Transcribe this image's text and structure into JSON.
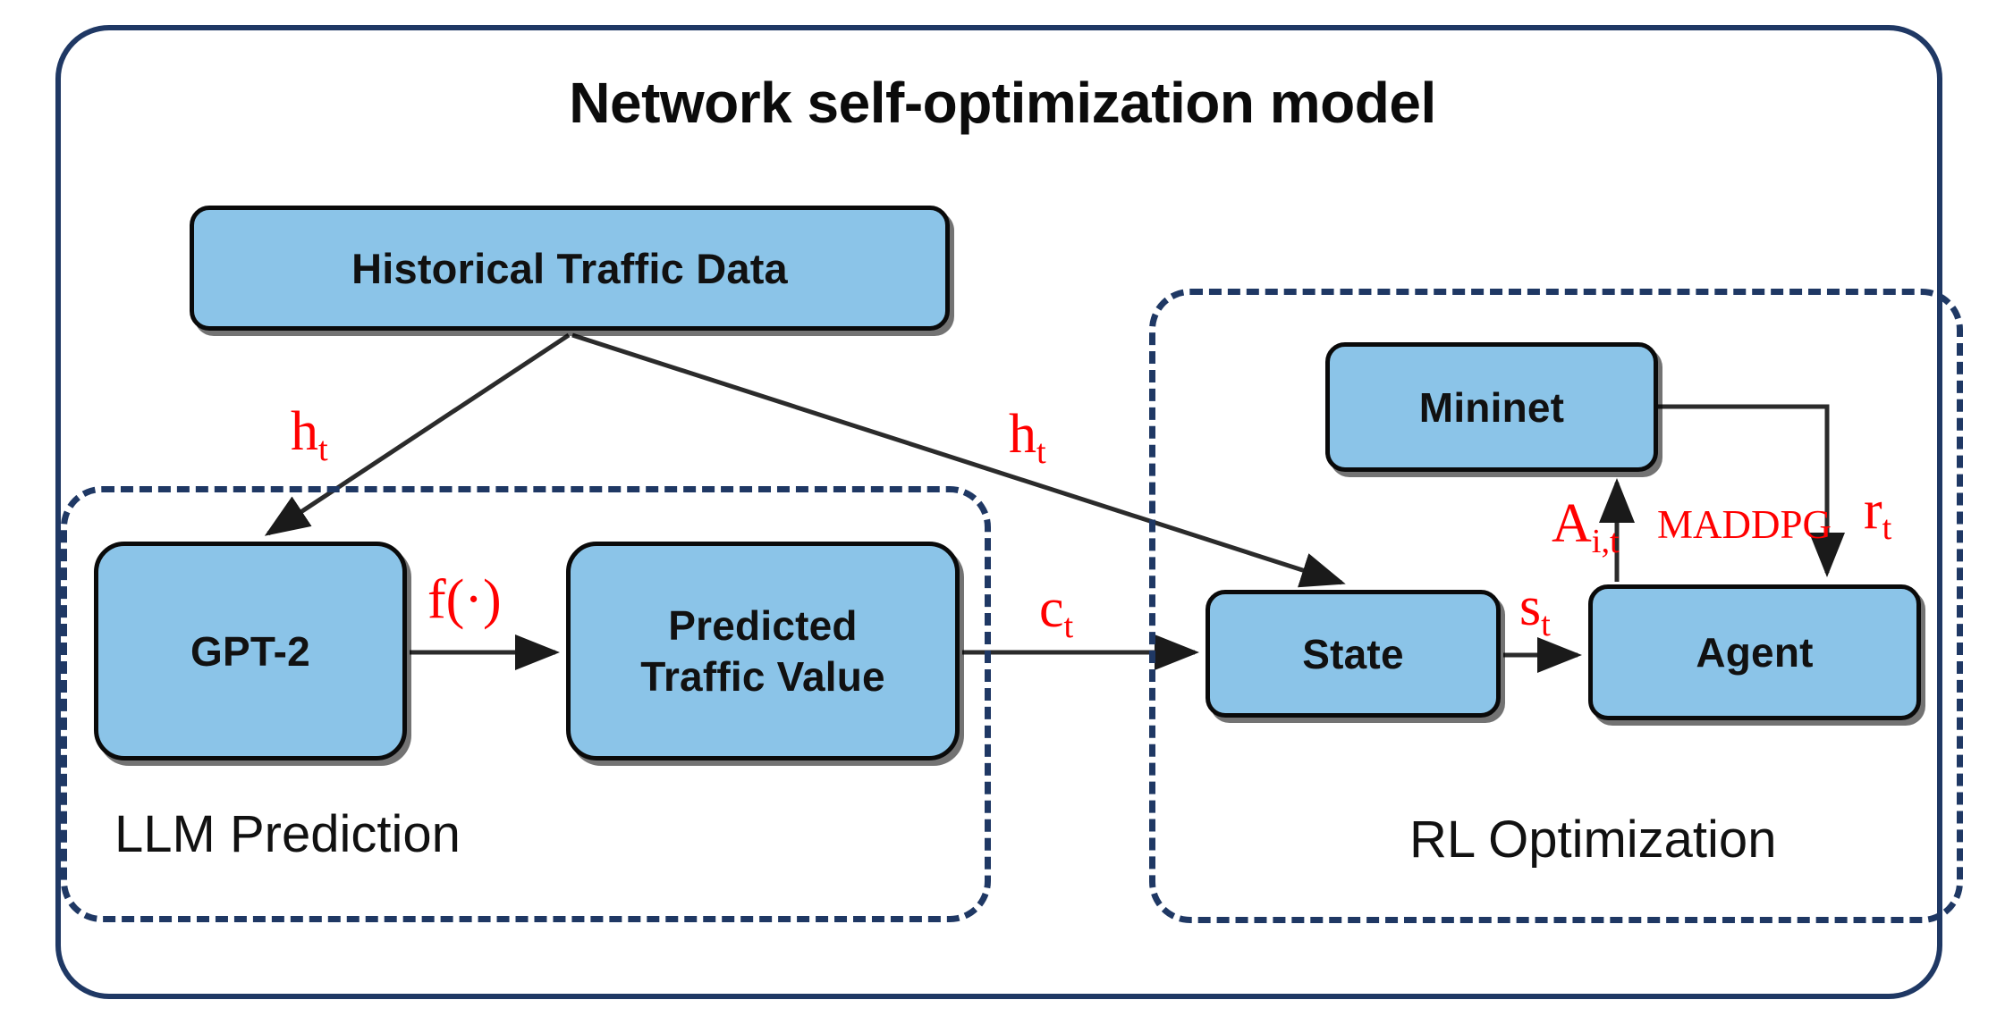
{
  "diagram": {
    "title": "Network self-optimization model",
    "outer_border_color": "#1F3864",
    "node_fill_color": "#8BC4E8",
    "node_stroke_color": "#0A0A0A",
    "label_color": "#FF0000",
    "subsections": [
      {
        "id": "llm",
        "caption": "LLM Prediction"
      },
      {
        "id": "rl",
        "caption": "RL Optimization"
      }
    ],
    "nodes": [
      {
        "id": "historical",
        "label": "Historical Traffic Data"
      },
      {
        "id": "gpt2",
        "label": "GPT-2"
      },
      {
        "id": "predicted",
        "label": "Predicted\nTraffic Value"
      },
      {
        "id": "mininet",
        "label": "Mininet"
      },
      {
        "id": "state",
        "label": "State"
      },
      {
        "id": "agent",
        "label": "Agent"
      }
    ],
    "edge_labels": [
      {
        "id": "ht_left",
        "base": "h",
        "sub": "t",
        "from": "historical",
        "to": "gpt2"
      },
      {
        "id": "ht_right",
        "base": "h",
        "sub": "t",
        "from": "historical",
        "to": "state"
      },
      {
        "id": "f_dot",
        "base": "f(·)",
        "sub": "",
        "from": "gpt2",
        "to": "predicted"
      },
      {
        "id": "ct",
        "base": "c",
        "sub": "t",
        "from": "predicted",
        "to": "state"
      },
      {
        "id": "st",
        "base": "s",
        "sub": "t",
        "from": "state",
        "to": "agent"
      },
      {
        "id": "a_it",
        "base": "A",
        "sub": "i,t",
        "from": "agent",
        "to": "mininet"
      },
      {
        "id": "maddpg",
        "base": "MADDPG",
        "sub": "",
        "from": "agent",
        "to": "mininet"
      },
      {
        "id": "rt",
        "base": "r",
        "sub": "t",
        "from": "mininet",
        "to": "agent"
      }
    ]
  }
}
